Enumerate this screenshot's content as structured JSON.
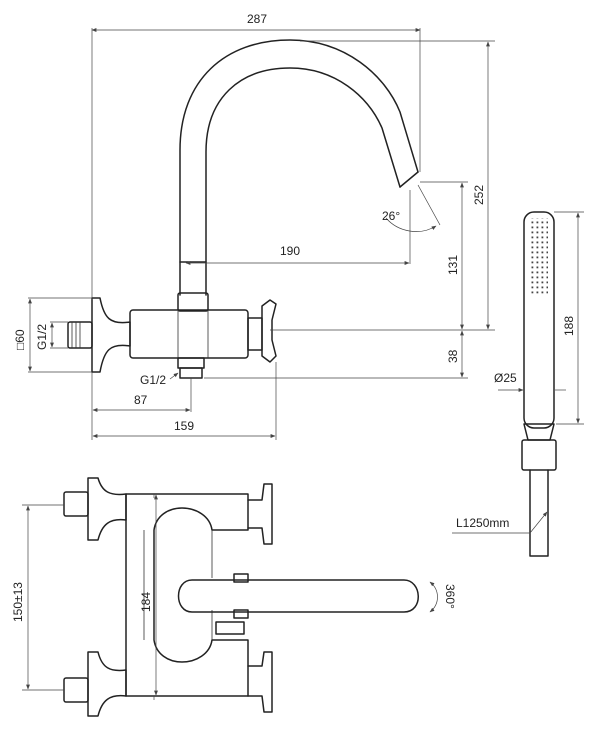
{
  "dimensions": {
    "overall_width": "287",
    "spout_height": "252",
    "spout_reach": "190",
    "spout_angle": "26°",
    "spout_above_body": "131",
    "body_to_outlet": "38",
    "body_diameter": "□60",
    "inlet_thread_left": "G1/2",
    "outlet_thread": "G1/2",
    "inlet_to_outlet": "87",
    "body_width": "159",
    "shower_length": "188",
    "shower_diameter": "Ø25",
    "hose_length": "L1250mm",
    "inlet_centres": "150±13",
    "body_length": "184",
    "spout_rotation": "360°"
  }
}
